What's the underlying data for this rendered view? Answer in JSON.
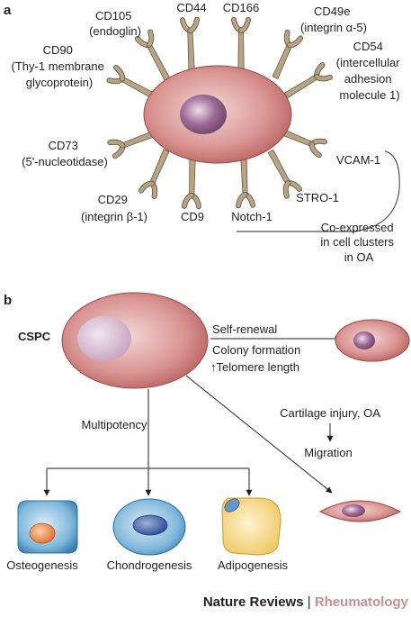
{
  "panel_a": {
    "label": "a",
    "markers": {
      "cd105": [
        "CD105",
        "(endoglin)"
      ],
      "cd44": [
        "CD44"
      ],
      "cd166": [
        "CD166"
      ],
      "cd49e": [
        "CD49e",
        "(integrin α-5)"
      ],
      "cd90": [
        "CD90",
        "(Thy-1 membrane",
        "glycoprotein)"
      ],
      "cd54": [
        "CD54",
        "(intercellular",
        "adhesion",
        "molecule 1)"
      ],
      "cd73": [
        "CD73",
        "(5'-nucleotidase)"
      ],
      "vcam1": [
        "VCAM-1"
      ],
      "cd29": [
        "CD29",
        "(integrin β-1)"
      ],
      "cd9": [
        "CD9"
      ],
      "notch1": [
        "Notch-1"
      ],
      "stro1": [
        "STRO-1"
      ]
    },
    "coexpressed_note": [
      "Co-expressed",
      "in cell clusters",
      "in OA"
    ]
  },
  "panel_b": {
    "label": "b",
    "cspc": "CSPC",
    "self_renewal": "Self-renewal",
    "colony_formation": "Colony formation",
    "telomere_length": "↑Telomere length",
    "multipotency": "Multipotency",
    "cartilage_injury": "Cartilage injury, OA",
    "migration": "Migration",
    "fates": {
      "osteogenesis": "Osteogenesis",
      "chondrogenesis": "Chondrogenesis",
      "adipogenesis": "Adipogenesis"
    }
  },
  "footer": {
    "journal": "Nature Reviews",
    "separator": "|",
    "section": "Rheumatology"
  },
  "colors": {
    "cell_fill": "#d68b8a",
    "cell_center": "#f4d7d4",
    "nucleus": "#8c5a86",
    "receptor": "#b5a586",
    "receptor_stroke": "#6b5b45",
    "osteo": "#74b2d8",
    "osteo_nucleus": "#ee8443",
    "chondro": "#74b2d8",
    "chondro_nucleus": "#3c5ea5",
    "adipo": "#f4d573",
    "adipo_nucleus": "#6c95c2"
  }
}
